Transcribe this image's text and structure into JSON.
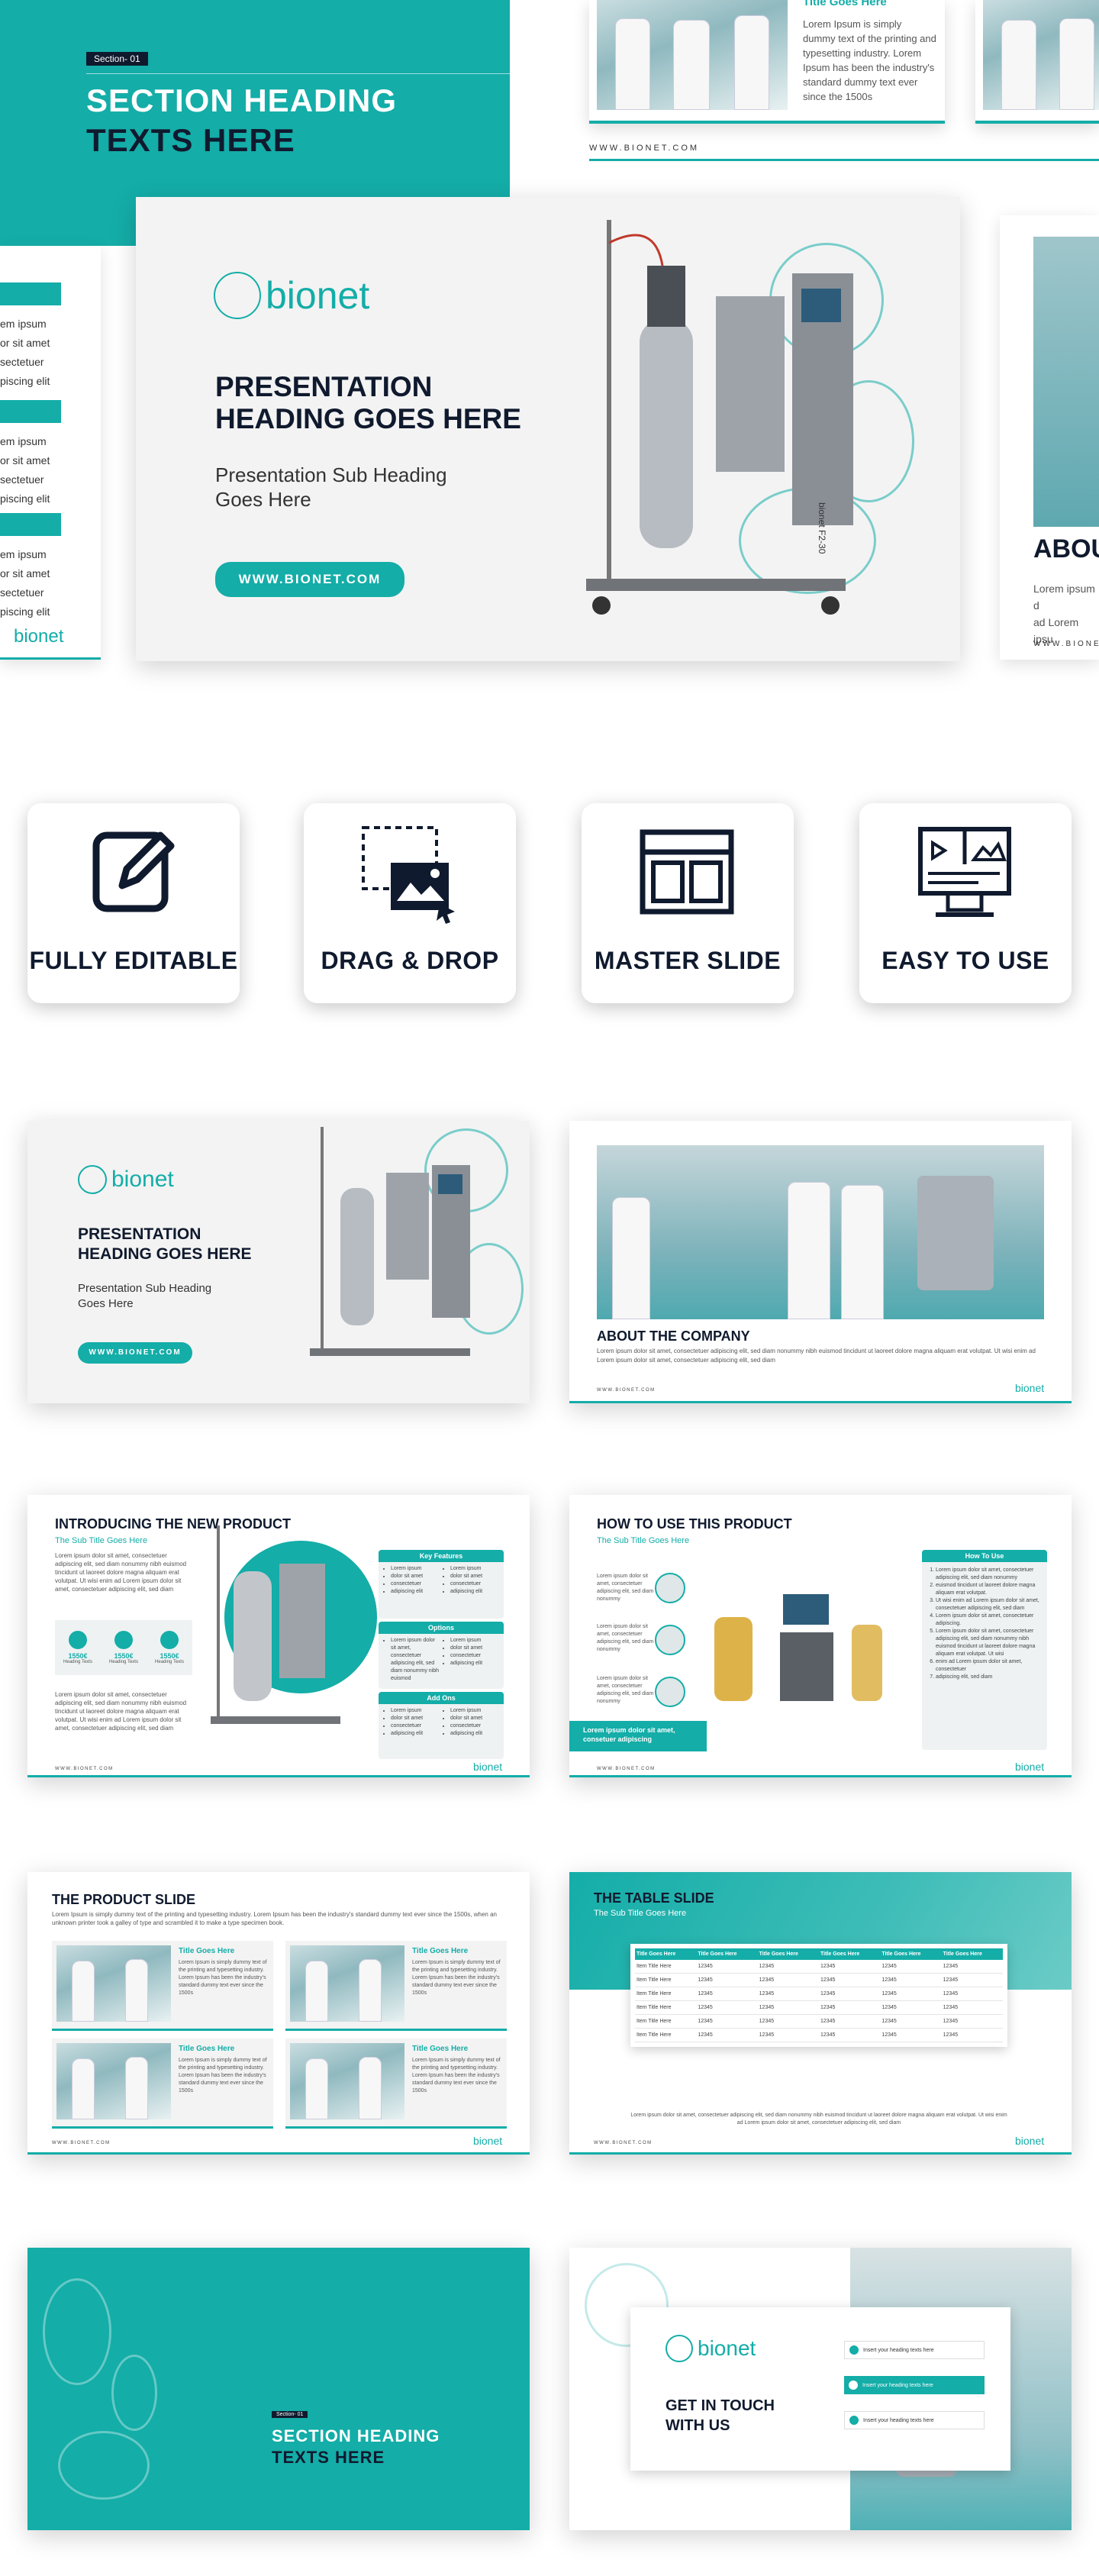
{
  "brand": {
    "name": "bionet",
    "website": "WWW.BIONET.COM",
    "website_small": "www.bionet.com",
    "teal": "#14ada8",
    "navy": "#101a2e"
  },
  "top_section": {
    "tag": "Section- 01",
    "heading_line1": "SECTION HEADING",
    "heading_line2": "TEXTS HERE"
  },
  "top_product_card": {
    "title": "Title Goes Here",
    "body": "Lorem Ipsum is simply dummy text of the printing and typesetting industry. Lorem Ipsum has been the industry's standard dummy text ever since the 1500s",
    "website": "WWW.BIONET.COM"
  },
  "left_strip": {
    "rows": [
      "em ipsum",
      "or sit amet",
      "sectetuer",
      "piscing elit"
    ],
    "logo": "bionet"
  },
  "right_strip": {
    "heading": "ABOU",
    "line1": "Lorem ipsum d",
    "line2": "ad Lorem ipsu",
    "website": "WWW.BIONE"
  },
  "hero": {
    "heading_line1": "PRESENTATION",
    "heading_line2": "HEADING GOES HERE",
    "sub_line1": "Presentation Sub Heading",
    "sub_line2": "Goes Here",
    "button": "WWW.BIONET.COM",
    "machine_label": "bionet F2-30"
  },
  "features": [
    {
      "label": "FULLY EDITABLE",
      "icon": "edit-icon"
    },
    {
      "label": "DRAG & DROP",
      "icon": "drag-drop-icon"
    },
    {
      "label": "MASTER SLIDE",
      "icon": "layout-icon"
    },
    {
      "label": "EASY TO USE",
      "icon": "monitor-icon"
    }
  ],
  "slide_title": {
    "heading_line1": "PRESENTATION",
    "heading_line2": "HEADING GOES HERE",
    "sub_line1": "Presentation Sub Heading",
    "sub_line2": "Goes Here",
    "button": "WWW.BIONET.COM"
  },
  "slide_about": {
    "heading": "ABOUT THE COMPANY",
    "body": "Lorem ipsum dolor sit amet, consectetuer adipiscing elit, sed diam nonummy nibh euismod tincidunt ut laoreet dolore magna aliquam erat volutpat. Ut wisi enim ad Lorem ipsum dolor sit amet, consectetuer adipiscing elit, sed diam"
  },
  "slide_introducing": {
    "heading": "INTRODUCING THE NEW PRODUCT",
    "subtitle": "The Sub Title Goes Here",
    "body": "Lorem ipsum dolor sit amet, consectetuer adipiscing elit, sed diam nonummy nibh euismod tincidunt ut laoreet dolore magna aliquam erat volutpat. Ut wisi enim ad Lorem ipsum dolor sit amet, consectetuer adipiscing elit, sed diam",
    "stats": [
      {
        "value": "1550€",
        "label": "Heading Texts"
      },
      {
        "value": "1550€",
        "label": "Heading Texts"
      },
      {
        "value": "1550€",
        "label": "Heading Texts"
      }
    ],
    "body2": "Lorem ipsum dolor sit amet, consectetuer adipiscing elit, sed diam nonummy nibh euismod tincidunt ut laoreet dolore magna aliquam erat volutpat. Ut wisi enim ad Lorem ipsum dolor sit amet, consectetuer adipiscing elit, sed diam",
    "boxes": [
      {
        "title": "Key Features",
        "left": [
          "Lorem ipsum",
          "dolor sit amet",
          "consectetuer",
          "adipiscing elit"
        ],
        "right": [
          "Lorem ipsum",
          "dolor sit amet",
          "consectetuer",
          "adipiscing elit"
        ]
      },
      {
        "title": "Options",
        "left": [
          "Lorem ipsum dolor sit amet, consectetuer adipiscing elit, sed diam nonummy nibh euismod"
        ],
        "right": [
          "Lorem ipsum",
          "dolor sit amet",
          "consectetuer",
          "adipiscing elit"
        ]
      },
      {
        "title": "Add Ons",
        "left": [
          "Lorem ipsum",
          "dolor sit amet",
          "consectetuer",
          "adipiscing elit"
        ],
        "right": [
          "Lorem ipsum",
          "dolor sit amet",
          "consectetuer",
          "adipiscing elit"
        ]
      }
    ]
  },
  "slide_howto": {
    "heading": "HOW TO USE THIS PRODUCT",
    "subtitle": "The Sub Title Goes Here",
    "callouts": [
      "Lorem ipsum dolor sit amet, consectetuer adipiscing elit, sed diam nonummy",
      "Lorem ipsum dolor sit amet, consectetuer adipiscing elit, sed diam nonummy",
      "Lorem ipsum dolor sit amet, consectetuer adipiscing elit, sed diam nonummy"
    ],
    "banner": "Lorem ipsum dolor sit amet, consetuer adipiscing",
    "box_title": "How To Use",
    "steps": [
      "Lorem ipsum dolor sit amet, consectetuer adipiscing elit, sed diam nonummy",
      "euismod tincidunt ut laoreet dolore magna aliquam erat volutpat.",
      "Ut wisi enim ad Lorem ipsum dolor sit amet, consectetuer adipiscing elit, sed diam",
      "Lorem ipsum dolor sit amet, consectetuer adipiscing.",
      "Lorem ipsum dolor sit amet, consectetuer adipiscing elit, sed diam nonummy nibh euismod tincidunt ut laoreet dolore magna aliquam erat volutpat. Ut wisi",
      "enim ad Lorem ipsum dolor sit amet, consectetuer",
      "adipiscing elit, sed diam"
    ]
  },
  "slide_product": {
    "heading": "THE PRODUCT SLIDE",
    "intro": "Lorem Ipsum is simply dummy text of the printing and typesetting industry. Lorem Ipsum has been the industry's standard dummy text ever since the 1500s, when an unknown printer took a galley of type and scrambled it to make a type specimen book.",
    "cards": [
      {
        "title": "Title Goes Here",
        "body": "Lorem Ipsum is simply dummy text of the printing and typesetting industry. Lorem Ipsum has been the industry's standard dummy text ever since the 1500s"
      },
      {
        "title": "Title Goes Here",
        "body": "Lorem Ipsum is simply dummy text of the printing and typesetting industry. Lorem Ipsum has been the industry's standard dummy text ever since the 1500s"
      },
      {
        "title": "Title Goes Here",
        "body": "Lorem Ipsum is simply dummy text of the printing and typesetting industry. Lorem Ipsum has been the industry's standard dummy text ever since the 1500s"
      },
      {
        "title": "Title Goes Here",
        "body": "Lorem Ipsum is simply dummy text of the printing and typesetting industry. Lorem Ipsum has been the industry's standard dummy text ever since the 1500s"
      }
    ]
  },
  "slide_table": {
    "heading": "THE TABLE SLIDE",
    "subtitle": "The Sub Title Goes Here",
    "columns": [
      "Title Goes Here",
      "Title Goes Here",
      "Title Goes Here",
      "Title Goes Here",
      "Title Goes Here",
      "Title Goes Here"
    ],
    "rows": [
      [
        "Item Title Here",
        "12345",
        "12345",
        "12345",
        "12345",
        "12345"
      ],
      [
        "Item Title Here",
        "12345",
        "12345",
        "12345",
        "12345",
        "12345"
      ],
      [
        "Item Title Here",
        "12345",
        "12345",
        "12345",
        "12345",
        "12345"
      ],
      [
        "Item Title Here",
        "12345",
        "12345",
        "12345",
        "12345",
        "12345"
      ],
      [
        "Item Title Here",
        "12345",
        "12345",
        "12345",
        "12345",
        "12345"
      ],
      [
        "Item Title Here",
        "12345",
        "12345",
        "12345",
        "12345",
        "12345"
      ]
    ],
    "footer": "Lorem ipsum dolor sit amet, consectetuer adipiscing elit, sed diam nonummy nibh euismod tincidunt ut laoreet dolore magna aliquam erat volutpat. Ut wisi enim ad Lorem ipsum dolor sit amet, consectetuer adipiscing elit, sed diam"
  },
  "slide_section": {
    "tag": "Section- 01",
    "heading_line1": "SECTION HEADING",
    "heading_line2": "TEXTS HERE"
  },
  "slide_contact": {
    "heading_line1": "GET IN TOUCH",
    "heading_line2": "WITH US",
    "items": [
      "Insert your heading texts here",
      "Insert your heading texts here",
      "Insert your heading texts here"
    ]
  }
}
